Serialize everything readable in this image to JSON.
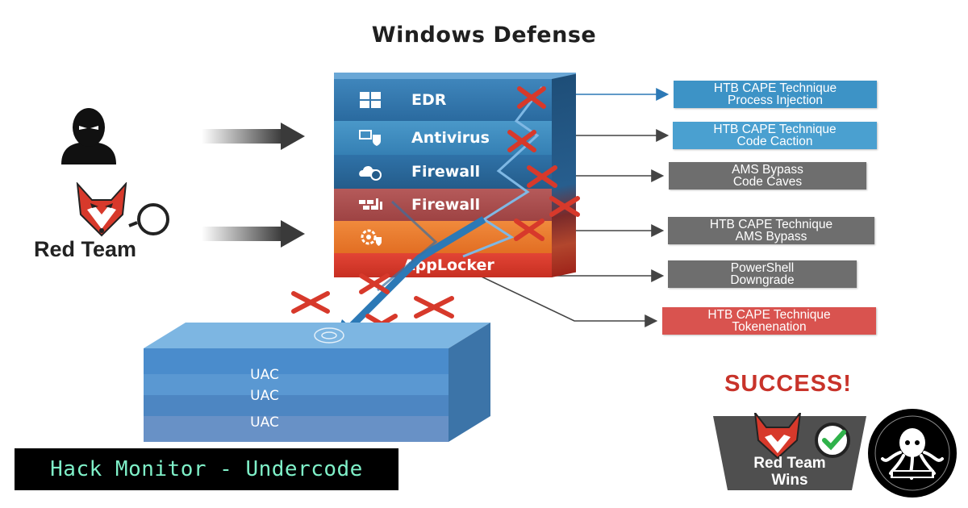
{
  "title": "Windows Defense",
  "layers": [
    {
      "label": "EDR",
      "icon": "windows-logo-icon"
    },
    {
      "label": "Antivirus",
      "icon": "antivirus-icon"
    },
    {
      "label": "Firewall",
      "icon": "cloud-shield-icon"
    },
    {
      "label": "Firewall",
      "icon": "bricks-icon"
    },
    {
      "label": "",
      "icon": "gear-shield-icon"
    },
    {
      "label": "AppLocker",
      "icon": ""
    }
  ],
  "uac_layers": [
    "UAC",
    "UAC",
    "UAC"
  ],
  "techniques": [
    {
      "line1": "HTB CAPE Technique",
      "line2": "Process Injection",
      "color": "#3d93c6"
    },
    {
      "line1": "HTB CAPE Technique",
      "line2": "Code Caction",
      "color": "#4aa0d0"
    },
    {
      "line1": "AMS Bypass",
      "line2": "Code Caves",
      "color": "#6e6e6e"
    },
    {
      "line1": "HTB CAPE Technique",
      "line2": "AMS Bypass",
      "color": "#6e6e6e"
    },
    {
      "line1": "PowerShell",
      "line2": "Downgrade",
      "color": "#6e6e6e"
    },
    {
      "line1": "HTB CAPE Technique",
      "line2": "Tokenenation",
      "color": "#d9534f"
    }
  ],
  "attacker_label": "Red Team",
  "success_label": "SUCCESS!",
  "win_label_line1": "Red Team",
  "win_label_line2": "Wins",
  "brand_banner": "Hack Monitor - Undercode",
  "colors": {
    "block_red": "#cf2b21",
    "success_red": "#c8332a",
    "check_green": "#2fb24a",
    "brand_text": "#7ff0c8",
    "arrow_blue": "#2c79b6"
  }
}
